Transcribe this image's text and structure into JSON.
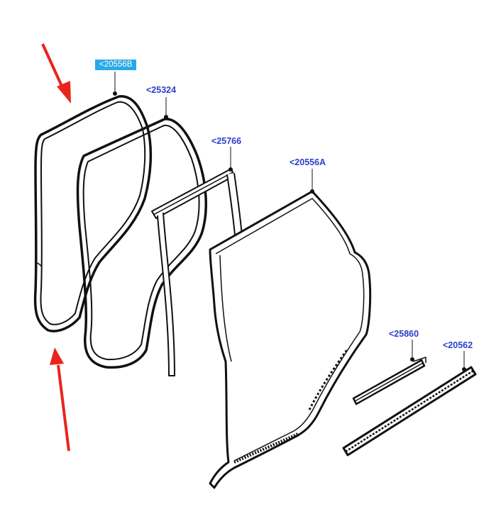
{
  "callouts": {
    "seal_20556B": "<20556B",
    "seal_25324": "<25324",
    "channel_25766": "<25766",
    "seal_20556A": "<20556A",
    "strip_25860": "<25860",
    "strip_20562": "<20562"
  },
  "colors": {
    "callout_text": "#2b3fc8",
    "highlight_bg": "#29a9e6",
    "arrow": "#e8251d",
    "line": "#111111"
  },
  "icons": [
    "red-arrow-icon"
  ]
}
